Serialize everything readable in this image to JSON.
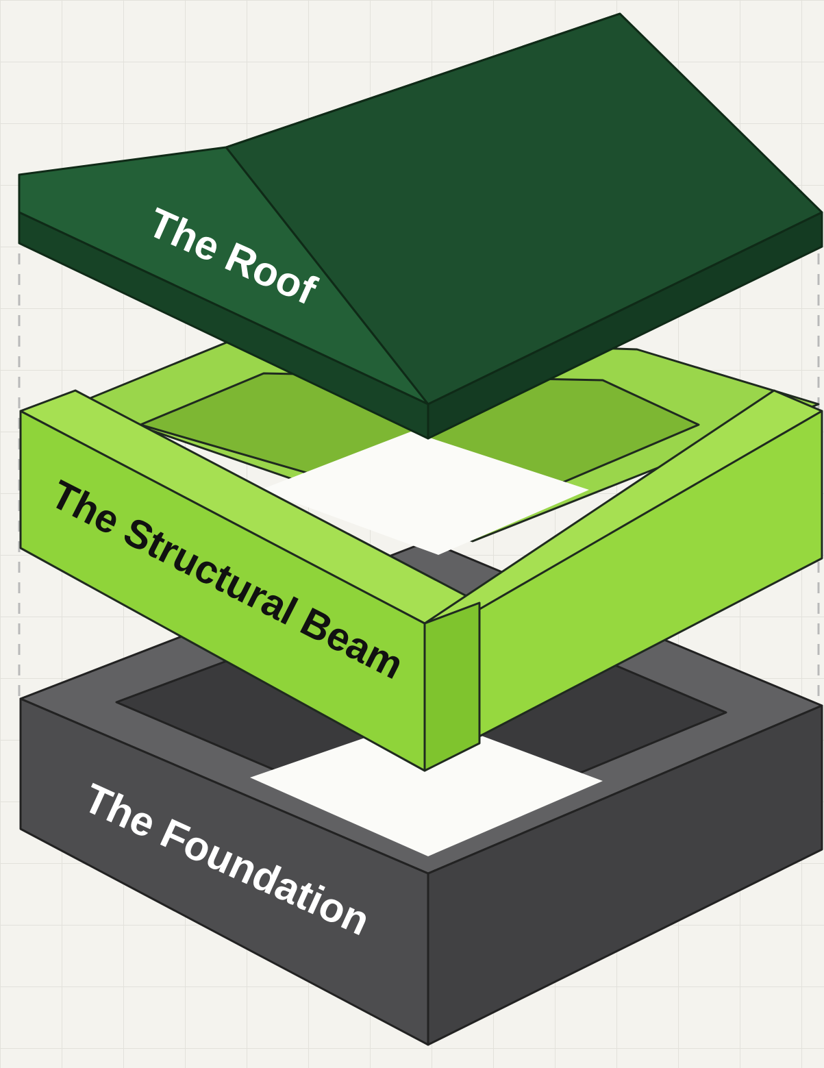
{
  "diagram": {
    "layers": [
      {
        "id": "roof",
        "label": "The Roof",
        "color": "#1b4d2d",
        "text_color": "#ffffff"
      },
      {
        "id": "beam",
        "label": "The Structural Beam",
        "color": "#8fd43a",
        "text_color": "#111111"
      },
      {
        "id": "foundation",
        "label": "The Foundation",
        "color": "#4d4d4f",
        "text_color": "#ffffff"
      }
    ],
    "colors": {
      "background": "#f4f3ee",
      "grid": "#e2e1db",
      "guide_line": "#b9b9b9",
      "outline": "#1f2a1f"
    }
  }
}
